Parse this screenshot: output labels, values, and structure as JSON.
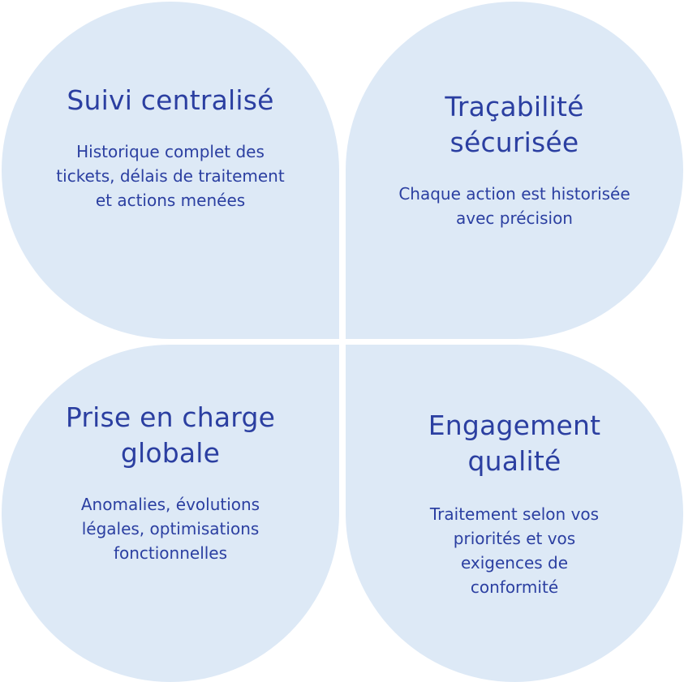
{
  "colors": {
    "petal_background": "#dde9f6",
    "text": "#2b3fa1",
    "page_background": "#ffffff"
  },
  "quadrants": [
    {
      "title": "Suivi centralisé",
      "description": "Historique complet des tickets, délais de traitement et actions menées"
    },
    {
      "title": "Traçabilité sécurisée",
      "description": "Chaque action est historisée avec précision"
    },
    {
      "title": "Prise en charge globale",
      "description": "Anomalies, évolutions légales, optimisations fonctionnelles"
    },
    {
      "title": "Engagement qualité",
      "description": "Traitement selon vos priorités et vos exigences de conformité"
    }
  ]
}
